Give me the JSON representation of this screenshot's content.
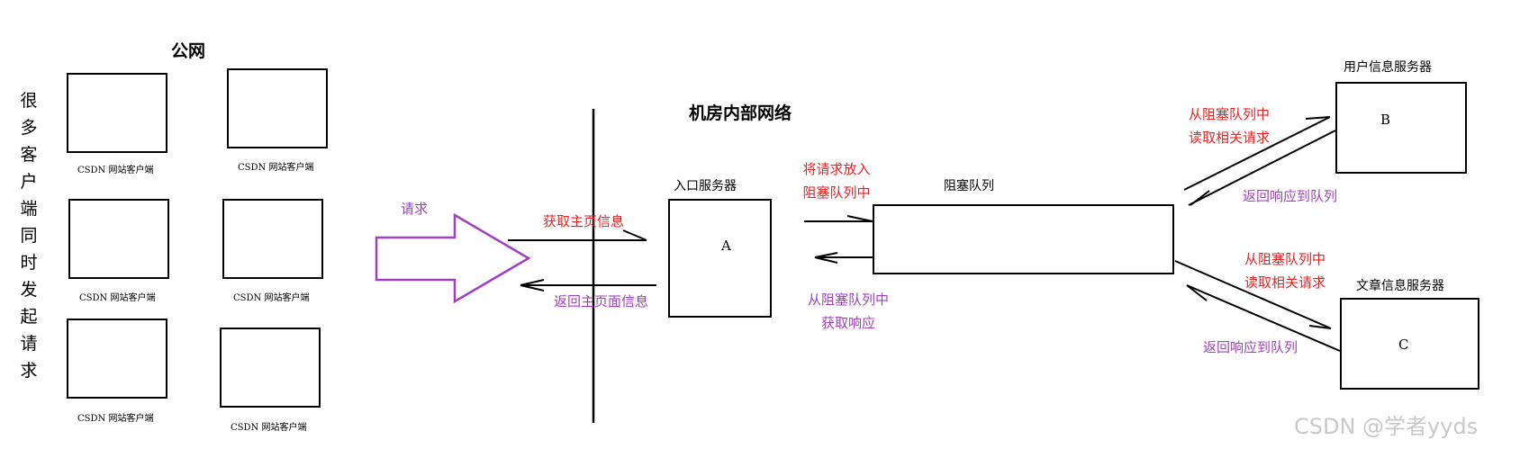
{
  "public_net": {
    "title": "公网",
    "side_label": "很多客户端同时发起请求",
    "client_label": "CSDN 网站客户端"
  },
  "request_arrow_label": "请求",
  "internal_net": {
    "title": "机房内部网络"
  },
  "entry_server": {
    "title": "入口服务器",
    "node": "A"
  },
  "messages": {
    "get_home": "获取主页信息",
    "return_home": "返回主页面信息",
    "put_queue": "将请求放入阻塞队列中",
    "get_response": "从阻塞队列中获取响应",
    "read_b": "从阻塞队列中读取相关请求",
    "return_b": "返回响应到队列",
    "read_c": "从阻塞队列中读取相关请求",
    "return_c": "返回响应到队列"
  },
  "queue": {
    "title": "阻塞队列"
  },
  "user_server": {
    "title": "用户信息服务器",
    "node": "B"
  },
  "article_server": {
    "title": "文章信息服务器",
    "node": "C"
  },
  "watermark": "CSDN @学者yyds",
  "colors": {
    "red": "#ee2020",
    "purple": "#a040c0",
    "line": "#000000"
  }
}
